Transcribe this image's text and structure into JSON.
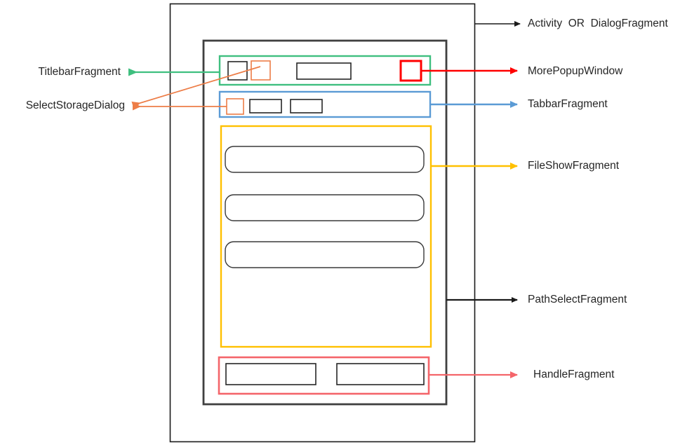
{
  "diagram": {
    "title_text": "Android File Manager fragment architecture diagram",
    "type": "annotated-wireframe",
    "colors": {
      "outer_frame": "#1a1a1a",
      "device_frame": "#404040",
      "titlebar": "#3FBF7F",
      "tabbar": "#5B9BD5",
      "fileshow": "#FFC000",
      "handle": "#F4656A",
      "popup": "#FF0000",
      "dialog": "#ED7D47",
      "inner_box": "#262626",
      "text": "#262626"
    },
    "regions": [
      {
        "id": "activity",
        "label": "Activity  OR  DialogFragment",
        "color": "#1a1a1a",
        "side": "right",
        "shape": "outer-rectangle"
      },
      {
        "id": "titlebar",
        "label": "TitlebarFragment",
        "color": "#3FBF7F",
        "side": "left",
        "shape": "rectangle"
      },
      {
        "id": "popup",
        "label": "MorePopupWindow",
        "color": "#FF0000",
        "side": "right",
        "shape": "square"
      },
      {
        "id": "dialog",
        "label": "SelectStorageDialog",
        "color": "#ED7D47",
        "side": "left",
        "shape": "square"
      },
      {
        "id": "tabbar",
        "label": "TabbarFragment",
        "color": "#5B9BD5",
        "side": "right",
        "shape": "rectangle"
      },
      {
        "id": "fileshow",
        "label": "FileShowFragment",
        "color": "#FFC000",
        "side": "right",
        "shape": "rectangle"
      },
      {
        "id": "pathselect",
        "label": "PathSelectFragment",
        "color": "#1a1a1a",
        "side": "right",
        "shape": "device-frame"
      },
      {
        "id": "handle",
        "label": "HandleFragment",
        "color": "#F4656A",
        "side": "right",
        "shape": "rectangle"
      }
    ],
    "labels": {
      "activity": "Activity  OR  DialogFragment",
      "popup": "MorePopupWindow",
      "tabbar": "TabbarFragment",
      "fileshow": "FileShowFragment",
      "pathselect": "PathSelectFragment",
      "handle": "HandleFragment",
      "titlebar": "TitlebarFragment",
      "dialog": "SelectStorageDialog"
    },
    "wireframe": {
      "titlebar_items": [
        "back-button",
        "storage-chip",
        "title-field",
        "more-button"
      ],
      "tabbar_items": [
        "storage-chip",
        "tab-one",
        "tab-two"
      ],
      "fileshow_items": [
        "file-row-1",
        "file-row-2",
        "file-row-3"
      ],
      "handle_items": [
        "handle-button-left",
        "handle-button-right"
      ]
    }
  }
}
